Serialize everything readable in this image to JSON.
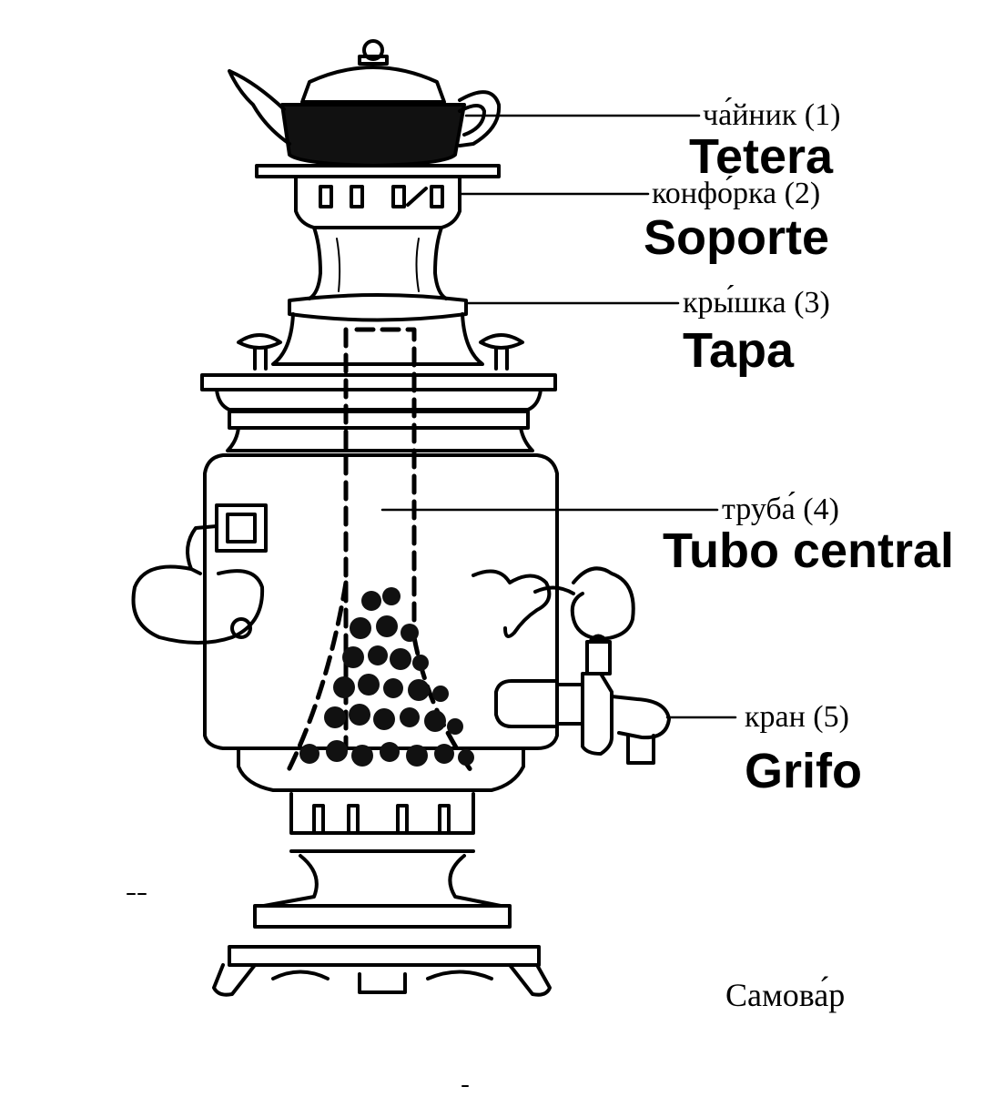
{
  "labels": [
    {
      "id": 1,
      "ru": "ча́йник (1)",
      "es": "Tetera"
    },
    {
      "id": 2,
      "ru": "конфо́рка (2)",
      "es": "Soporte"
    },
    {
      "id": 3,
      "ru": "кры́шка (3)",
      "es": "Tapa"
    },
    {
      "id": 4,
      "ru": "труба́ (4)",
      "es": "Tubo central"
    },
    {
      "id": 5,
      "ru": "кран (5)",
      "es": "Grifo"
    }
  ],
  "caption": "Самова́р"
}
